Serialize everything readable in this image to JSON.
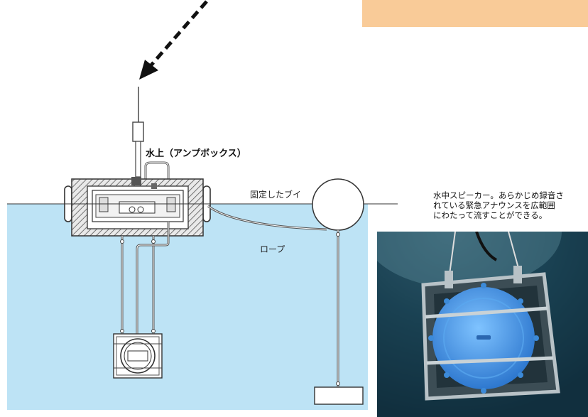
{
  "labels": {
    "surface_title": "水上",
    "surface_sub": "（アンプボックス）",
    "fixed_buoy": "固定したブイ",
    "rope": "ロープ"
  },
  "caption": {
    "line1": "水中スピーカー。あらかじめ録音さ",
    "line2": "れている緊急アナウンスを広範囲",
    "line3": "にわたって流すことができる。"
  },
  "colors": {
    "water": "#bde3f5",
    "banner": "#f9cb98",
    "hatch": "#555555",
    "speaker_blue": "#4a9be0"
  }
}
